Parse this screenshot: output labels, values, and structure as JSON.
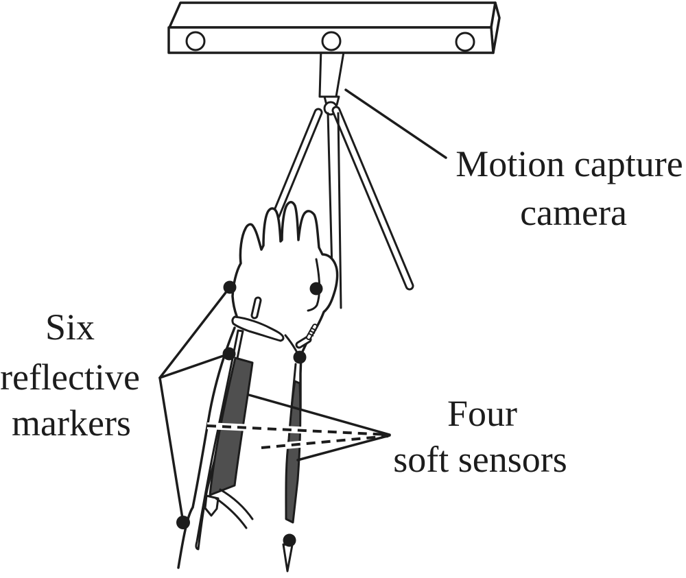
{
  "labels": {
    "camera": {
      "line1": "Motion capture",
      "line2": "camera"
    },
    "markers": {
      "line1": "Six",
      "line2": "reflective",
      "line3": "markers"
    },
    "sensors": {
      "line1": "Four",
      "line2": "soft sensors"
    }
  },
  "colors": {
    "ink": "#1c1c1c",
    "sensor_fill": "#4f4f4f",
    "background": "#ffffff"
  },
  "counts": {
    "camera_lenses": 3,
    "reflective_marker_dots": 6,
    "visible_sensor_strips": 2
  }
}
